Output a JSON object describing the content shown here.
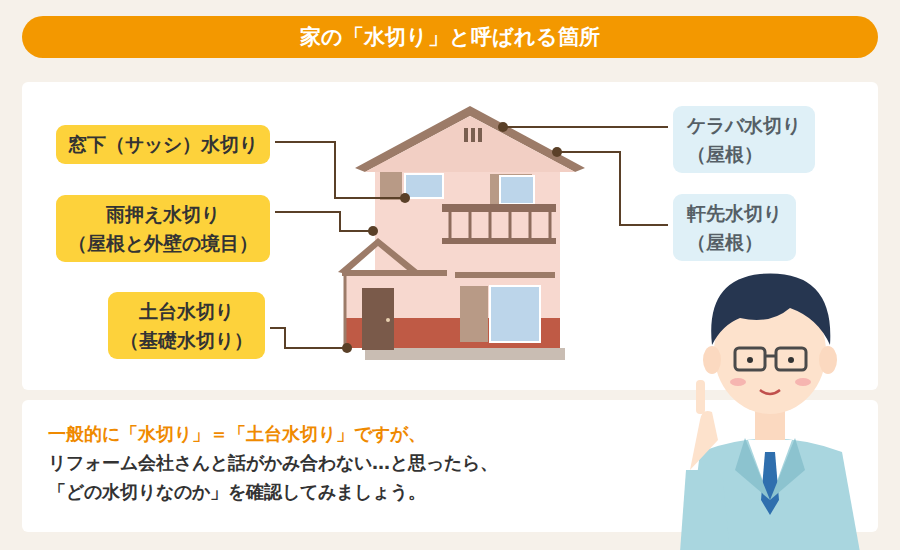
{
  "diagram": {
    "title": "家の「水切り」と呼ばれる箇所",
    "nodes": [
      {
        "text": [
          "窓下（サッシ）水切り"
        ]
      },
      {
        "text": [
          "雨押え水切り",
          "（屋根と外壁の境目）"
        ]
      },
      {
        "text": [
          "土台水切り",
          "（基礎水切り）"
        ]
      },
      {
        "text": [
          "ケラバ水切り",
          "（屋根）"
        ]
      },
      {
        "text": [
          "軒先水切り",
          "（屋根）"
        ]
      },
      {
        "text": [
          "一般的に「水切り」＝「土台水切り」ですが、",
          "リフォーム会社さんと話がかみ合わない…と思ったら、",
          "「どの水切りなのか」を確認してみましょう。"
        ]
      }
    ]
  }
}
